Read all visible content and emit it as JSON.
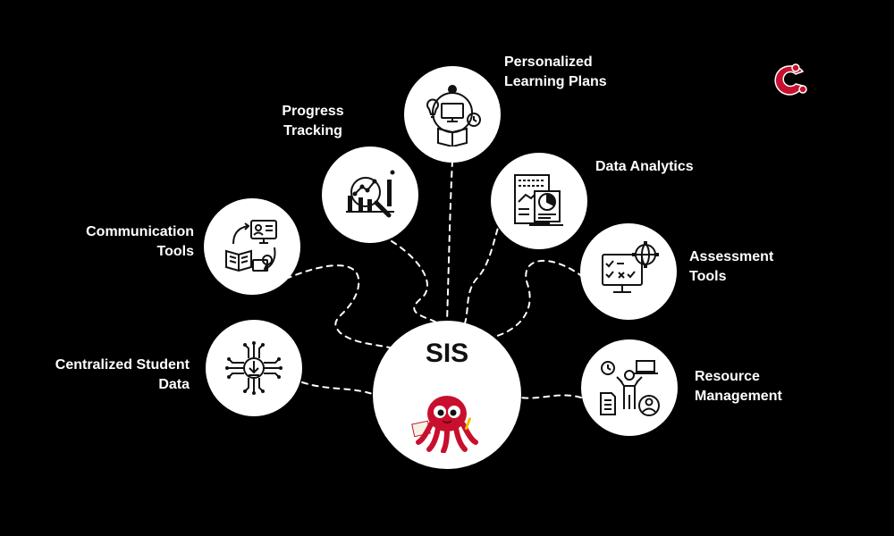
{
  "hub": {
    "title": "SIS",
    "mascot_icon": "octopus-mascot-icon"
  },
  "features": [
    {
      "id": "centralized-student-data",
      "lines": [
        "Centralized Student",
        "Data"
      ],
      "icon": "circuit-chip-icon"
    },
    {
      "id": "communication-tools",
      "lines": [
        "Communication",
        "Tools"
      ],
      "icon": "book-computer-exchange-icon"
    },
    {
      "id": "progress-tracking",
      "lines": [
        "Progress",
        "Tracking"
      ],
      "icon": "chart-magnifier-icon"
    },
    {
      "id": "personalized-learning-plans",
      "lines": [
        "Personalized",
        "Learning Plans"
      ],
      "icon": "learner-monitor-book-icon"
    },
    {
      "id": "data-analytics",
      "lines": [
        "Data Analytics"
      ],
      "icon": "report-pie-chart-icon"
    },
    {
      "id": "assessment-tools",
      "lines": [
        "Assessment",
        "Tools"
      ],
      "icon": "monitor-checklist-globe-icon"
    },
    {
      "id": "resource-management",
      "lines": [
        "Resource",
        "Management"
      ],
      "icon": "person-documents-laptop-icon"
    }
  ],
  "brand": {
    "logo_icon": "brand-c-logo-icon",
    "color": "#c8102e"
  },
  "colors": {
    "background": "#000000",
    "node": "#ffffff",
    "text": "#ffffff",
    "connector": "#ffffff",
    "accent": "#c8102e"
  }
}
